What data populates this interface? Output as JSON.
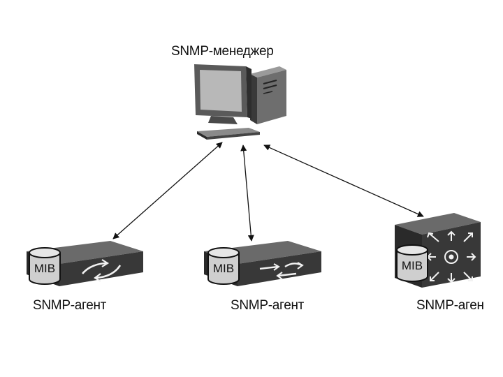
{
  "manager": {
    "label": "SNMP-менеджер"
  },
  "agents": [
    {
      "label": "SNMP-агент",
      "db_label": "MIB",
      "icon": "routing-arrows-icon"
    },
    {
      "label": "SNMP-агент",
      "db_label": "MIB",
      "icon": "switching-arrows-icon"
    },
    {
      "label": "SNMP-аген",
      "db_label": "MIB",
      "icon": "multilayer-switch-icon"
    }
  ],
  "colors": {
    "device_dark": "#2a2a2a",
    "device_top": "#6a6a6a",
    "db_body": "#cfcfcf",
    "line": "#111111"
  }
}
